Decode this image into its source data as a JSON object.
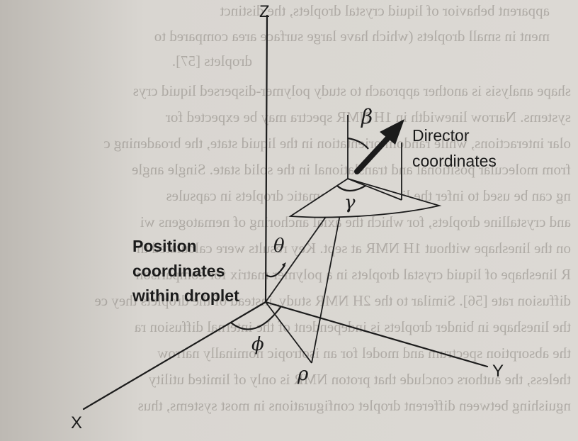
{
  "labels": {
    "z_axis": "Z",
    "x_axis": "X",
    "y_axis": "Y",
    "director_line1": "Director",
    "director_line2": "coordinates",
    "position_line1": "Position",
    "position_line2": "coordinates",
    "position_line3": "within droplet",
    "beta": "β",
    "gamma": "γ",
    "theta": "θ",
    "phi": "ϕ",
    "rho": "ρ"
  },
  "background_text": [
    "apparent behavior of liquid crystal droplets, the distinct",
    "ment in small droplets (which have large surface area compared to",
    "droplets [57].",
    "shape analysis is another approach to study polymer-dispersed liquid crys",
    "systems. Narrow linewidth in 1H NMR spectra may be expected for",
    "olar interactions, while random orientation in the liquid state, the broadening c",
    "from molecular positional and translational in the solid state. Single angle",
    "ng can be used to infer the lineshape of nematic droplets in capsules",
    "and crystalline droplets, for which the axial anchoring of nematogens wi",
    "on the lineshape without 1H NMR at sept. Key results were calculated th",
    "R lineshape of liquid crystal droplets in a polymer matrix for comparison",
    "diffusion rate [56]. Similar to the 2H NMR study, instead of the droplets they ce",
    "the lineshape in binder droplets is independent of the internal diffusion ra",
    "the absorption spectrum and model for an isotropic nominally narrow",
    "theless, the authors conclude that proton NMR is only of limited utility",
    "nguishing between different droplet configurations in most systems, thus"
  ],
  "colors": {
    "ink": "#1b1b1b",
    "page": "#d9d6d1",
    "bleed_text": "#8c8781"
  }
}
